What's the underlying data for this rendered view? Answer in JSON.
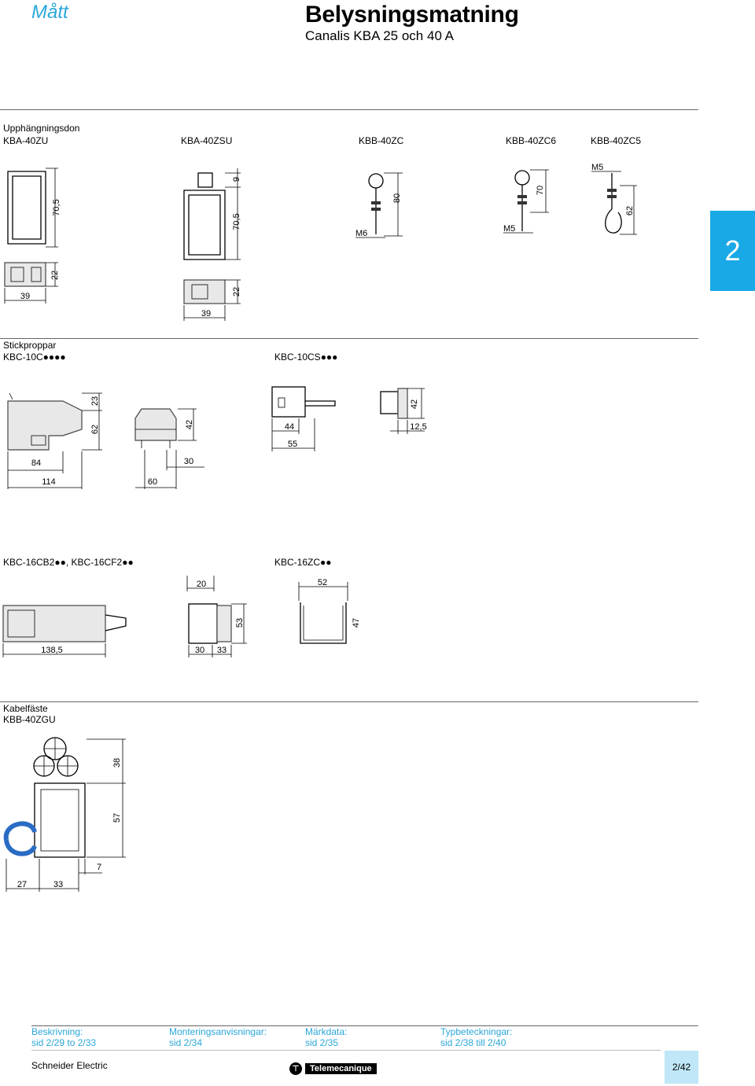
{
  "header": {
    "section": "Mått",
    "title": "Belysningsmatning",
    "subtitle": "Canalis KBA 25 och 40 A"
  },
  "tab_number": "2",
  "sections": {
    "s1": {
      "heading": "Upphängningsdon"
    },
    "s2": {
      "heading": "Stickproppar"
    },
    "s4": {
      "heading": "Kabelfäste"
    }
  },
  "products": {
    "kba40zu": "KBA-40ZU",
    "kba40zsu": "KBA-40ZSU",
    "kbb40zc": "KBB-40ZC",
    "kbb40zc6": "KBB-40ZC6",
    "kbb40zc5": "KBB-40ZC5",
    "kbc10c": "KBC-10C●●●●",
    "kbc10cs": "KBC-10CS●●●",
    "kbc16": "KBC-16CB2●●, KBC-16CF2●●",
    "kbc16zc": "KBC-16ZC●●",
    "kbb40zgu": "KBB-40ZGU"
  },
  "dims": {
    "d70_5a": "70,5",
    "d22a": "22",
    "d39a": "39",
    "d9": "9",
    "d70_5b": "70,5",
    "d22b": "22",
    "d39b": "39",
    "d80": "80",
    "m6": "M6",
    "d70": "70",
    "m5a": "M5",
    "m5b": "M5",
    "d62a": "62",
    "d23": "23",
    "d62b": "62",
    "d84": "84",
    "d114": "114",
    "d42a": "42",
    "d30a": "30",
    "d60": "60",
    "d44": "44",
    "d55": "55",
    "d42b": "42",
    "d12_5": "12,5",
    "d138_5": "138,5",
    "d20": "20",
    "d53": "53",
    "d30b": "30",
    "d33a": "33",
    "d52": "52",
    "d47": "47",
    "d38": "38",
    "d57": "57",
    "d7": "7",
    "d27": "27",
    "d33b": "33"
  },
  "footer": {
    "links": [
      {
        "label": "Beskrivning:",
        "value": "sid  2/29 to 2/33"
      },
      {
        "label": "Monteringsanvisningar:",
        "value": "sid 2/34"
      },
      {
        "label": "Märkdata:",
        "value": "sid 2/35"
      },
      {
        "label": "Typbeteckningar:",
        "value": "sid 2/38 till  2/40"
      }
    ],
    "company": "Schneider Electric",
    "brand": "Telemecanique",
    "page": "2/42"
  },
  "colors": {
    "accent": "#2aa7d9",
    "tab": "#19a9e6",
    "pagebox": "#bfe7f7",
    "clip": "#2a6cc4"
  }
}
